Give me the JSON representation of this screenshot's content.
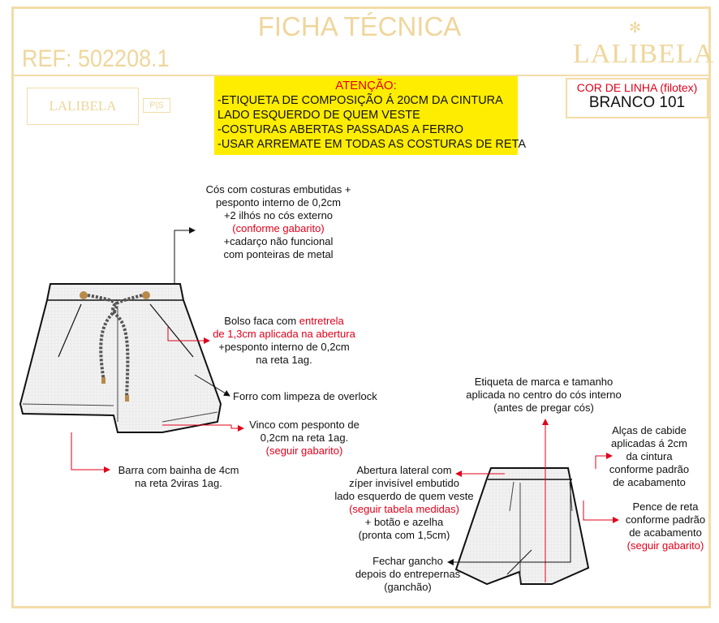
{
  "header": {
    "title": "FICHA TÉCNICA",
    "ref": "REF: 502208.1",
    "brand": "LALIBELA",
    "label_brand": "LALIBELA",
    "label_size": "P|S"
  },
  "attention": {
    "heading": "ATENÇÃO:",
    "lines": [
      "-ETIQUETA DE COMPOSIÇÃO Á 20CM DA CINTURA",
      "LADO ESQUERDO DE QUEM VESTE",
      "-COSTURAS ABERTAS PASSADAS A FERRO",
      "-USAR ARREMATE EM TODAS AS COSTURAS DE RETA"
    ]
  },
  "thread": {
    "label": "COR DE LINHA (filotex)",
    "value": "BRANCO 101"
  },
  "notes": {
    "cos": [
      "Cós com costuras embutidas +",
      "pesponto interno de 0,2cm",
      "+2 ilhós no cós externo",
      "(conforme gabarito)",
      "+cadarço não funcional",
      "com ponteiras de metal"
    ],
    "bolso": [
      "Bolso faca com ",
      "entretrela",
      "de 1,3cm aplicada na abertura",
      "+pesponto interno de 0,2cm",
      "na reta 1ag."
    ],
    "forro": "Forro com limpeza de overlock",
    "vinco": [
      "Vinco com pesponto de",
      "0,2cm na reta 1ag.",
      "(seguir gabarito)"
    ],
    "barra": [
      "Barra com bainha de 4cm",
      "na reta 2viras 1ag."
    ],
    "etiqueta": [
      "Etiqueta de marca e tamanho",
      "aplicada no centro do cós interno",
      "(antes de pregar cós)"
    ],
    "alcas": [
      "Alças de cabide",
      "aplicadas á 2cm",
      "da cintura",
      "conforme padrão",
      "de acabamento"
    ],
    "abertura": [
      "Abertura lateral com",
      "zíper invisível embutido",
      "lado esquerdo de quem veste",
      "(seguir tabela medidas)",
      "+ botão e azelha",
      "(pronta com 1,5cm)"
    ],
    "pence": [
      "Pence de reta",
      "conforme padrão",
      "de acabamento",
      "(seguir gabarito)"
    ],
    "fechar": [
      "Fechar gancho",
      "depois do entrepernas",
      "(ganchão)"
    ]
  },
  "colors": {
    "gold": "#efd69c",
    "red": "#e0001a",
    "yellow": "#ffed00"
  }
}
